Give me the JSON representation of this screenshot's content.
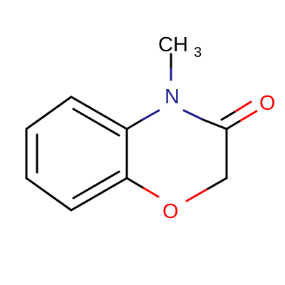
{
  "molecule": {
    "atoms": {
      "methyl": {
        "label": "CH",
        "subscript": "3"
      },
      "nitrogen": {
        "label": "N"
      },
      "carbonyl_oxygen": {
        "label": "O"
      },
      "ring_oxygen": {
        "label": "O"
      }
    }
  },
  "colors": {
    "bond": "#000000",
    "nitrogen": "#1f1f8f",
    "oxygen": "#ff0000",
    "carbon_text": "#000000",
    "background": "#ffffff"
  }
}
